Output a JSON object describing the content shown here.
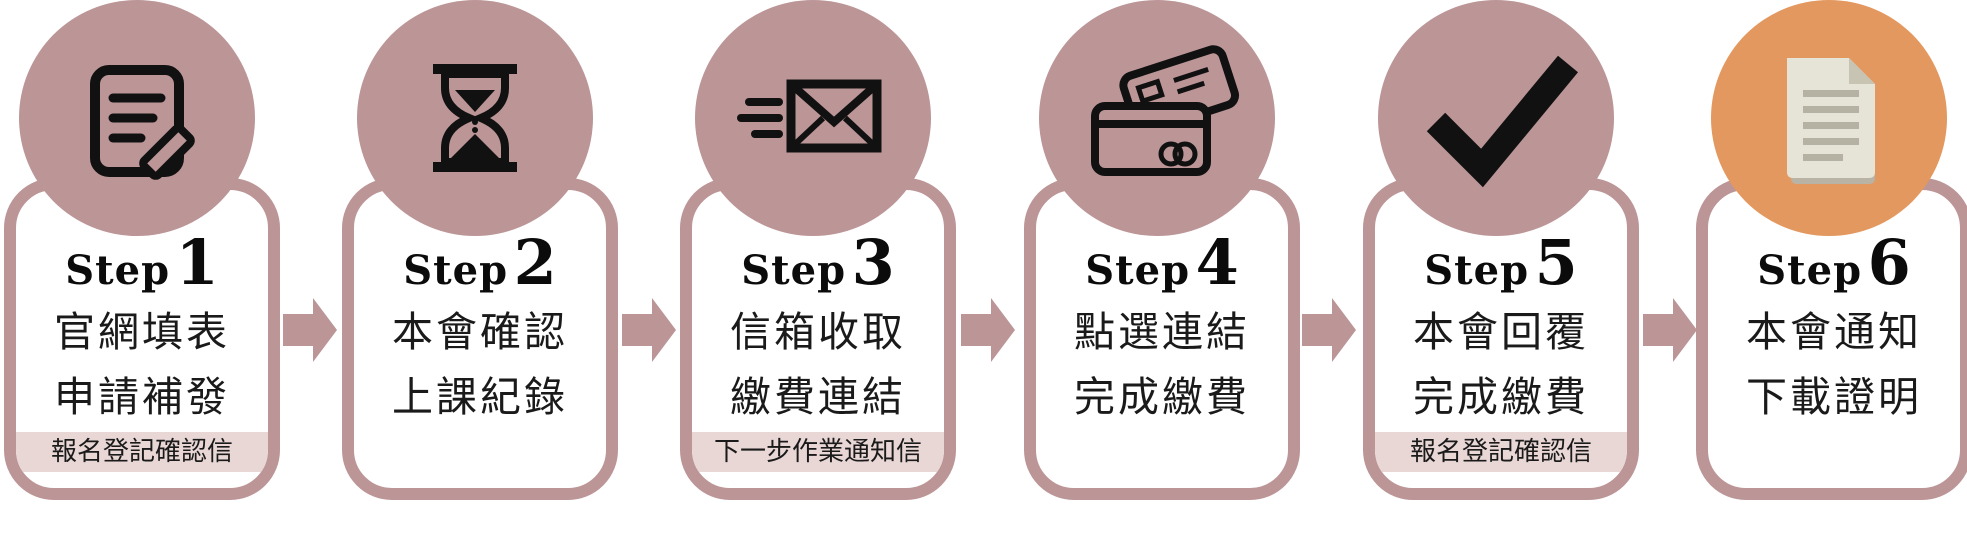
{
  "steps": [
    {
      "word": "Step",
      "number": "1",
      "line1": "官網填表",
      "line2": "申請補發",
      "note": "報名登記確認信",
      "icon": "form-pencil-icon"
    },
    {
      "word": "Step",
      "number": "2",
      "line1": "本會確認",
      "line2": "上課紀錄",
      "icon": "hourglass-icon"
    },
    {
      "word": "Step",
      "number": "3",
      "line1": "信箱收取",
      "line2": "繳費連結",
      "note": "下一步作業通知信",
      "icon": "envelope-icon"
    },
    {
      "word": "Step",
      "number": "4",
      "line1": "點選連結",
      "line2": "完成繳費",
      "icon": "credit-card-icon"
    },
    {
      "word": "Step",
      "number": "5",
      "line1": "本會回覆",
      "line2": "完成繳費",
      "note": "報名登記確認信",
      "icon": "checkmark-icon"
    },
    {
      "word": "Step",
      "number": "6",
      "line1": "本會通知",
      "line2": "下載證明",
      "icon": "document-icon"
    }
  ],
  "colors": {
    "accent": "#bc9597",
    "highlight": "#e3985f",
    "band": "#e9d7d6"
  }
}
